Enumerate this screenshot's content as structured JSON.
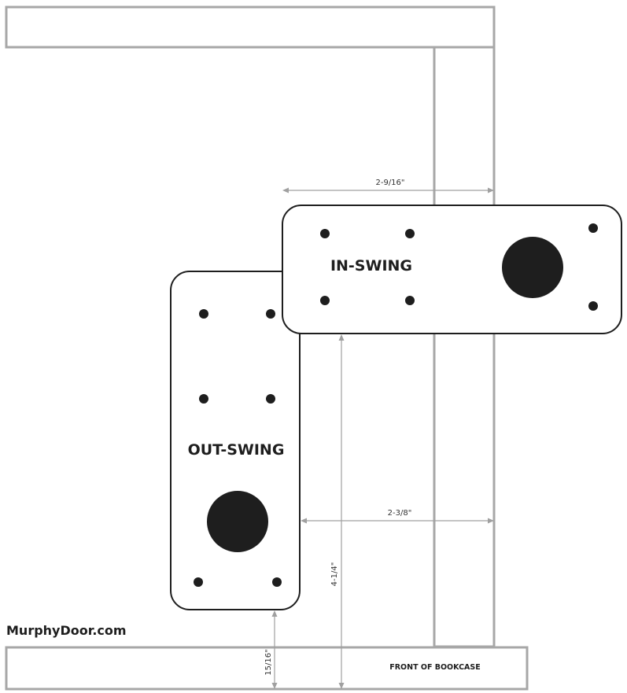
{
  "labels": {
    "in_swing": "IN-SWING",
    "out_swing": "OUT-SWING",
    "brand": "MurphyDoor.com",
    "front_of_bookcase": "FRONT OF BOOKCASE"
  },
  "dimensions": {
    "in_swing_width": "2-9/16\"",
    "out_swing_width": "2-3/8\"",
    "in_swing_height": "4-1/4\"",
    "out_swing_height": "15/16\""
  },
  "colors": {
    "frame_stroke": "#a7a7a7",
    "plate_stroke": "#1e1e1e",
    "hole_fill": "#1e1e1e",
    "dimension_line": "#a0a0a0"
  }
}
